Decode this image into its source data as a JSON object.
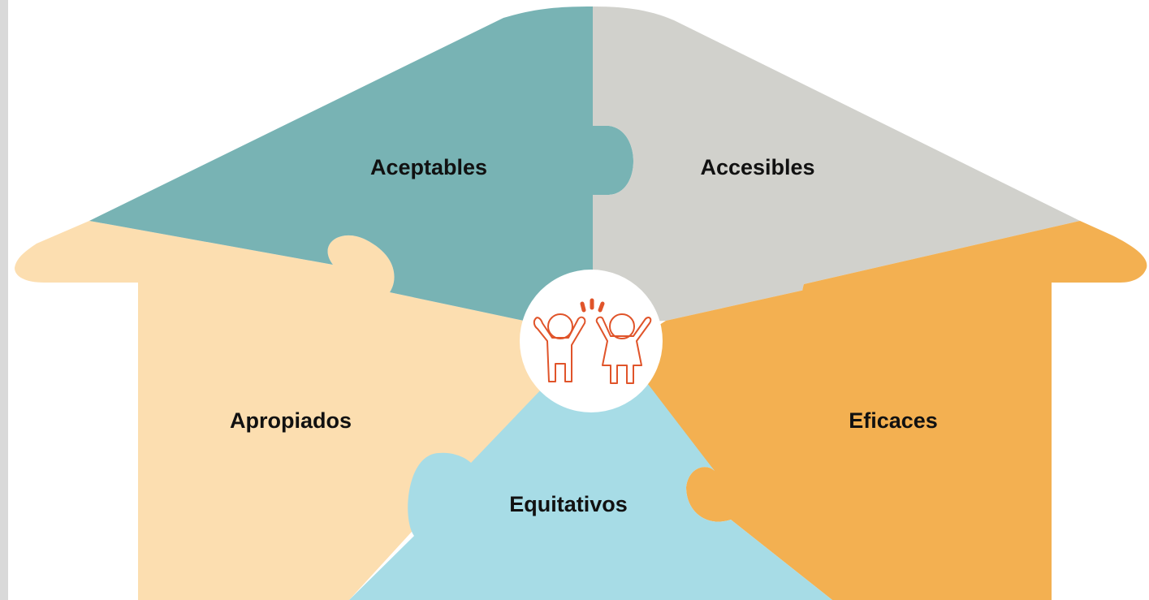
{
  "diagram": {
    "pieces": [
      {
        "id": "aceptables",
        "label": "Aceptables",
        "color": "#78b3b4"
      },
      {
        "id": "accesibles",
        "label": "Accesibles",
        "color": "#d1d1cc"
      },
      {
        "id": "apropiados",
        "label": "Apropiados",
        "color": "#fcdeb0"
      },
      {
        "id": "eficaces",
        "label": "Eficaces",
        "color": "#f3b051"
      },
      {
        "id": "equitativos",
        "label": "Equitativos",
        "color": "#a7dce6"
      }
    ],
    "center": {
      "icon": "children-cheering-icon",
      "accent_color": "#e0542a",
      "background": "#ffffff"
    }
  }
}
